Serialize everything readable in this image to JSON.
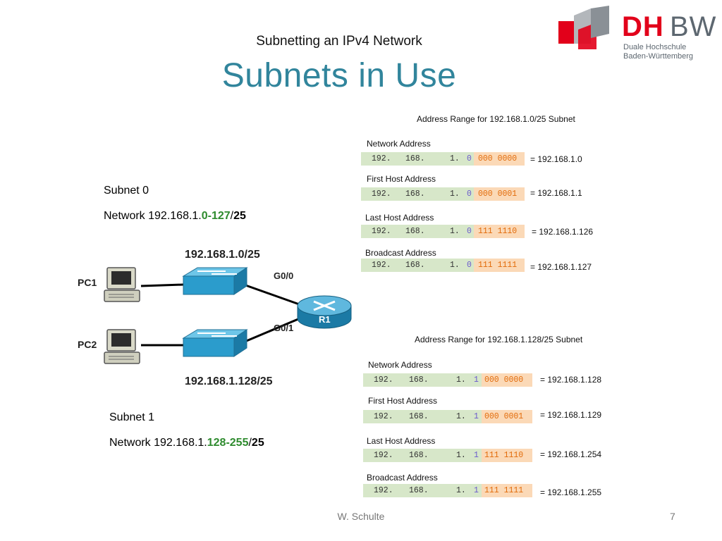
{
  "header": {
    "subtitle": "Subnetting an IPv4 Network",
    "title": "Subnets in Use"
  },
  "logo": {
    "dh": "DH",
    "bw": "BW",
    "line1": "Duale Hochschule",
    "line2": "Baden-Württemberg"
  },
  "subnet0": {
    "label": "Subnet 0",
    "net_prefix": "Network 192.168.1.",
    "range": "0-127",
    "slash": "/",
    "mask": "25"
  },
  "subnet1": {
    "label": "Subnet 1",
    "net_prefix": "Network 192.168.1.",
    "range": "128-255",
    "slash": "/",
    "mask": "25"
  },
  "diagram": {
    "net_top": "192.168.1.0/25",
    "net_bottom": "192.168.1.128/25",
    "pc1": "PC1",
    "pc2": "PC2",
    "router": "R1",
    "if_top": "G0/0",
    "if_bottom": "G0/1"
  },
  "table0": {
    "title": "Address Range for 192.168.1.0/25  Subnet",
    "rows": [
      {
        "label": "Network Address",
        "o1": "192.",
        "o2": "168.",
        "o3": "1.",
        "bit": "0",
        "host": "000 0000",
        "result": "= 192.168.1.0"
      },
      {
        "label": "First Host Address",
        "o1": "192.",
        "o2": "168.",
        "o3": "1.",
        "bit": "0",
        "host": "000 0001",
        "result": "= 192.168.1.1"
      },
      {
        "label": "Last Host Address",
        "o1": "192.",
        "o2": "168.",
        "o3": "1.",
        "bit": "0",
        "host": "111 1110",
        "result": "= 192.168.1.126"
      },
      {
        "label": "Broadcast Address",
        "o1": "192.",
        "o2": "168.",
        "o3": "1.",
        "bit": "0",
        "host": "111 1111",
        "result": "= 192.168.1.127"
      }
    ]
  },
  "table1": {
    "title": "Address Range for 192.168.1.128/25  Subnet",
    "rows": [
      {
        "label": "Network Address",
        "o1": "192.",
        "o2": "168.",
        "o3": "1.",
        "bit": "1",
        "host": "000 0000",
        "result": "= 192.168.1.128"
      },
      {
        "label": "First Host Address",
        "o1": "192.",
        "o2": "168.",
        "o3": "1.",
        "bit": "1",
        "host": "000 0001",
        "result": "= 192.168.1.129"
      },
      {
        "label": "Last Host Address",
        "o1": "192.",
        "o2": "168.",
        "o3": "1.",
        "bit": "1",
        "host": "111 1110",
        "result": "= 192.168.1.254"
      },
      {
        "label": "Broadcast Address",
        "o1": "192.",
        "o2": "168.",
        "o3": "1.",
        "bit": "1",
        "host": "111 1111",
        "result": "= 192.168.1.255"
      }
    ]
  },
  "footer": {
    "author": "W. Schulte",
    "page": "7"
  },
  "colors": {
    "title": "#31859c",
    "range_highlight": "#2e8b2e",
    "network_bits_bg": "#d7e7c9",
    "host_bits_bg": "#fbd9b7",
    "brand_red": "#e2001a"
  }
}
